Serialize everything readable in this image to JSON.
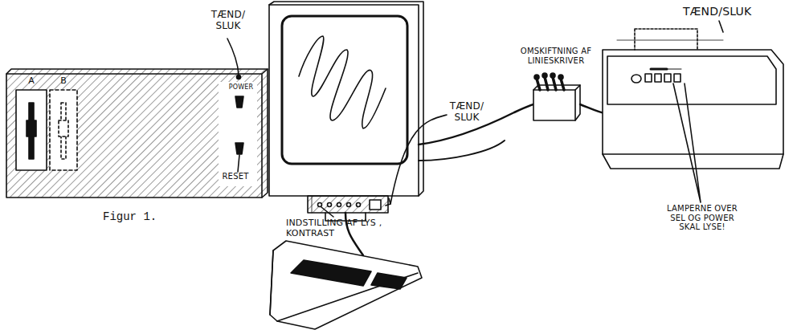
{
  "diagram": {
    "caption": "Figur 1.",
    "labels": [
      "TÆND/ SLUK",
      "POWER",
      "RESET",
      "A",
      "B",
      "TÆND/ SLUK",
      "INDSTILLING AF LYS , KONTRAST",
      "OMSKIFTNING AF LINIESKRIVER",
      "TÆND/SLUK",
      "LAMPERNE OVER SEL OG POWER SKAL LYSE!"
    ]
  }
}
